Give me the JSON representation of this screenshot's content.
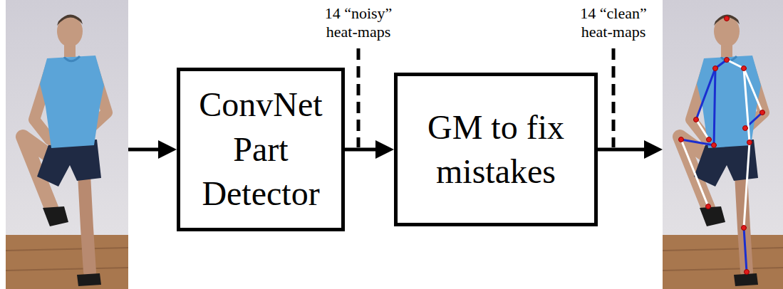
{
  "diagram": {
    "nodes": [
      {
        "text": [
          "ConvNet Part Detector"
        ]
      },
      {
        "text": [
          "GM to fix mistakes"
        ]
      }
    ],
    "edges": [
      {
        "from": 0,
        "to": 1,
        "arrow": "to"
      }
    ],
    "labels": [
      "14 “noisy” heat-maps",
      "14 “clean” heat-maps"
    ]
  }
}
